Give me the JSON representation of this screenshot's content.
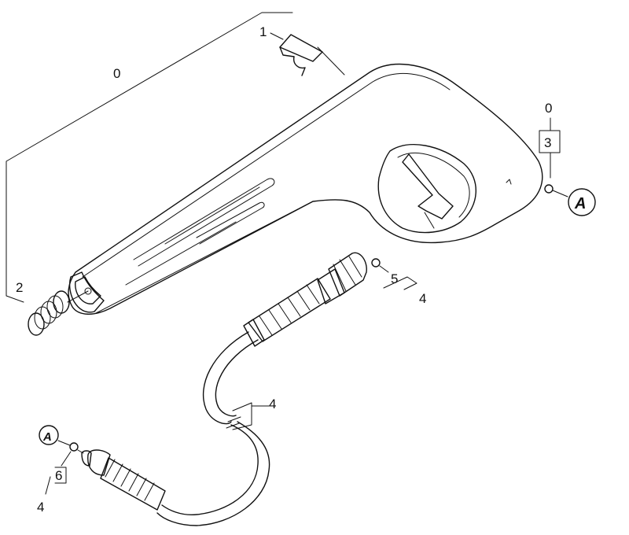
{
  "labels": {
    "assembly_main": "0",
    "clip": "1",
    "spring": "2",
    "assembly_right": "0",
    "seal_right": "3",
    "oring_upper": "5",
    "hose_upper_ref": "4",
    "hose_middle": "4",
    "oring_lower": "6",
    "hose_lower_ref": "4"
  },
  "connectors": {
    "right": "A",
    "left": "A"
  }
}
